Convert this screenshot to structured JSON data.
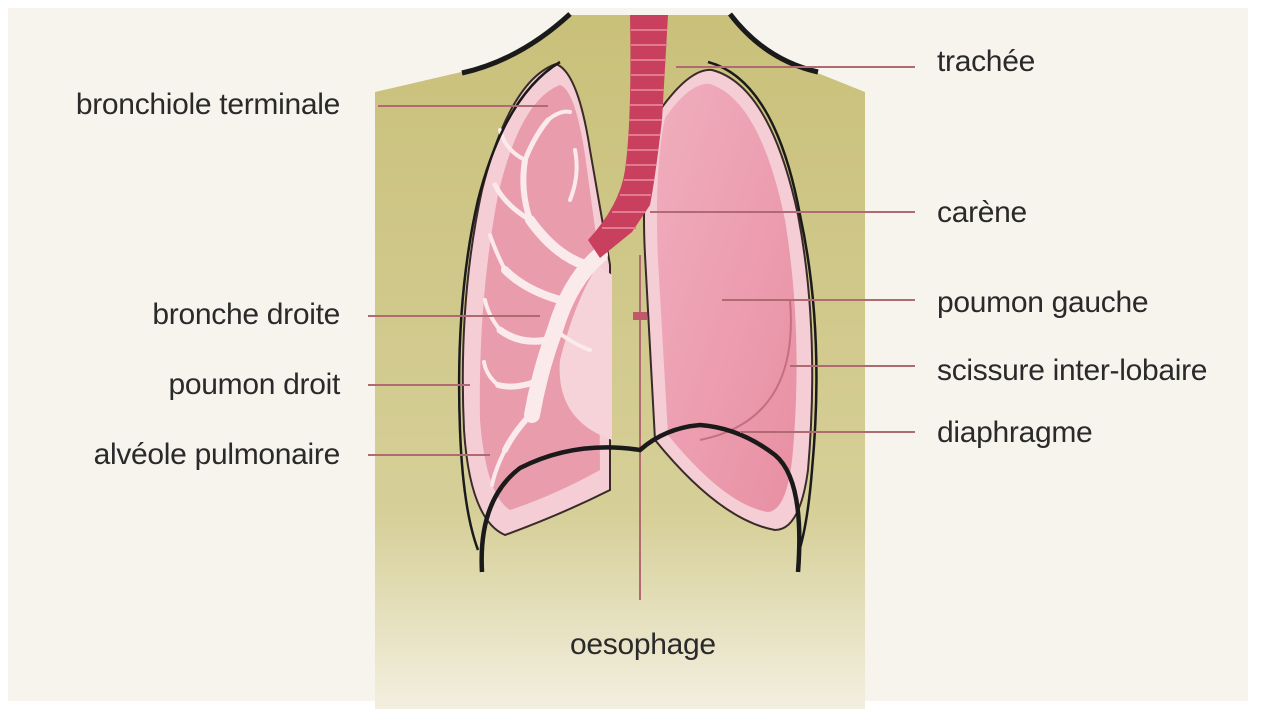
{
  "labels": {
    "bronchiole_terminale": "bronchiole terminale",
    "bronche_droite": "bronche droite",
    "poumon_droit": "poumon droit",
    "alveole_pulmonaire": "alvéole pulmonaire",
    "trachee": "trachée",
    "carene": "carène",
    "poumon_gauche": "poumon gauche",
    "scissure_inter_lobaire": "scissure inter-lobaire",
    "diaphragme": "diaphragme",
    "oesophage": "oesophage"
  },
  "colors": {
    "background": "#f7f4ee",
    "torso": "#c9c07a",
    "lung_outer": "#f2c7cf",
    "lung_inner": "#e79aaa",
    "trachea": "#c8405d",
    "bronchial_tree": "#fbeaec",
    "leader_line": "#b06a72",
    "outline": "#1a1a1a"
  }
}
